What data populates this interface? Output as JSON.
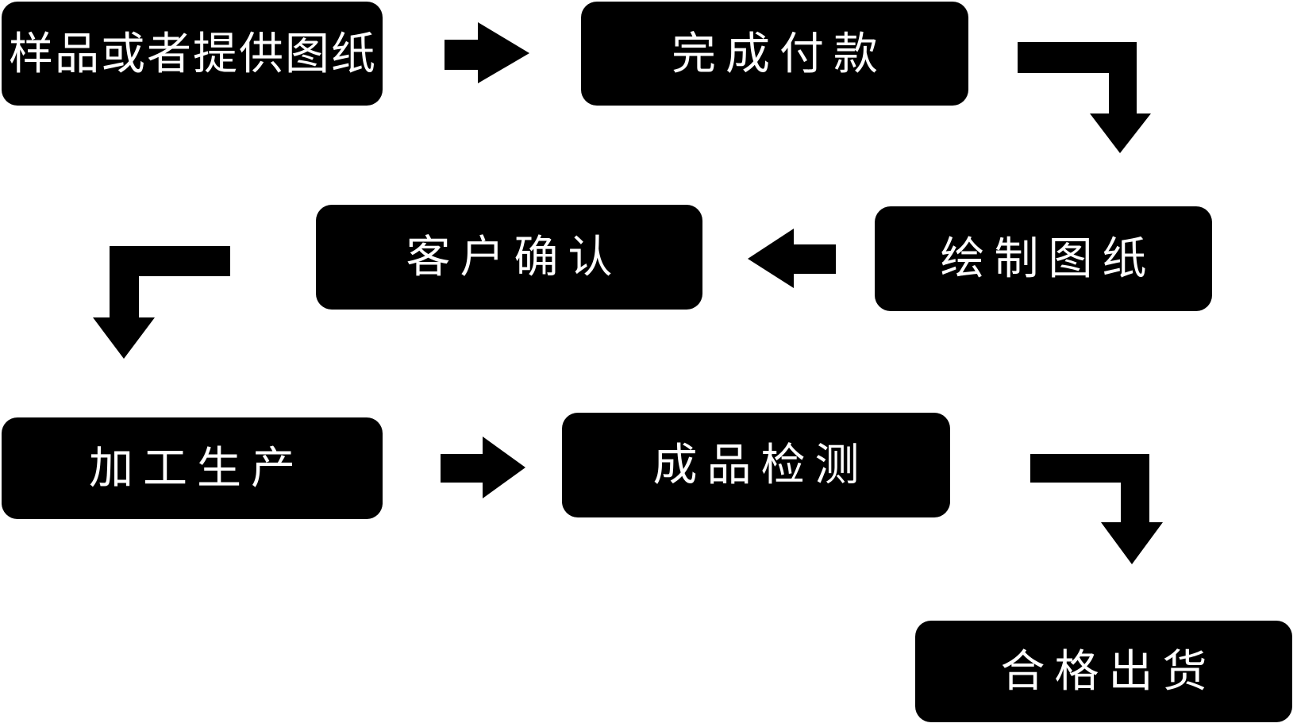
{
  "diagram": {
    "type": "flowchart",
    "background_color": "#ffffff",
    "node_fill_color": "#000000",
    "node_text_color": "#ffffff",
    "arrow_color": "#000000",
    "nodes": [
      {
        "id": "sample-or-drawings",
        "label": "样品或者提供图纸"
      },
      {
        "id": "complete-payment",
        "label": "完成付款"
      },
      {
        "id": "draw-drawings",
        "label": "绘制图纸"
      },
      {
        "id": "customer-confirmation",
        "label": "客户确认"
      },
      {
        "id": "processing-production",
        "label": "加工生产"
      },
      {
        "id": "finished-product-inspection",
        "label": "成品检测"
      },
      {
        "id": "qualified-shipment",
        "label": "合格出货"
      }
    ],
    "edges": [
      {
        "from": "样品或者提供图纸",
        "to": "完成付款",
        "shape": "straight-right-arrow"
      },
      {
        "from": "完成付款",
        "to": "绘制图纸",
        "shape": "elbow-right-down-arrow"
      },
      {
        "from": "绘制图纸",
        "to": "客户确认",
        "shape": "straight-left-arrow"
      },
      {
        "from": "客户确认",
        "to": "加工生产",
        "shape": "elbow-left-down-arrow"
      },
      {
        "from": "加工生产",
        "to": "成品检测",
        "shape": "straight-right-arrow"
      },
      {
        "from": "成品检测",
        "to": "合格出货",
        "shape": "elbow-right-down-arrow"
      }
    ]
  }
}
